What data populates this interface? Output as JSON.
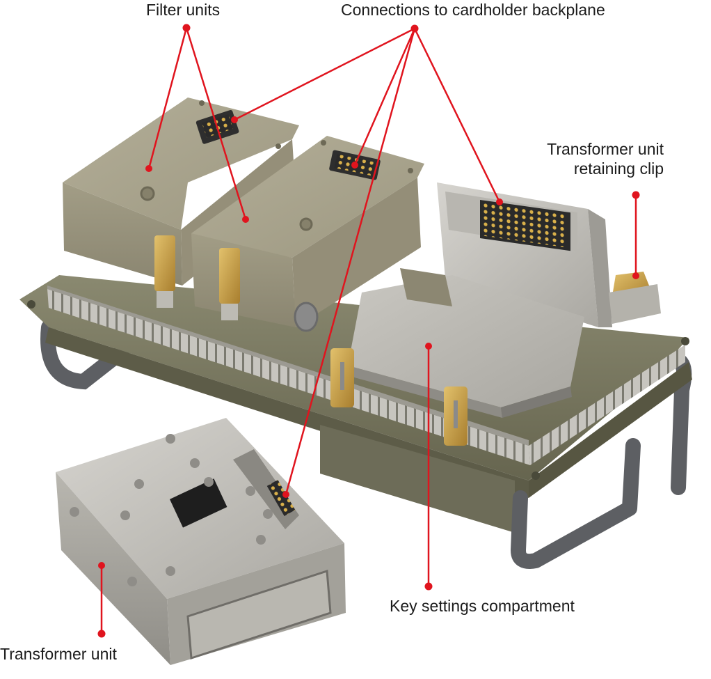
{
  "colors": {
    "callout": "#e0141e",
    "metal_khaki": "#a19c85",
    "chassis_olive": "#7b7a62",
    "steel": "#c4c2bc",
    "brass": "#c9a24a",
    "handle_grey": "#6e7074"
  },
  "labels": {
    "filter_units": "Filter units",
    "connections": "Connections to cardholder backplane",
    "retaining_clip_line1": "Transformer unit",
    "retaining_clip_line2": "retaining clip",
    "key_settings": "Key settings compartment",
    "transformer_unit": "Transformer unit"
  }
}
